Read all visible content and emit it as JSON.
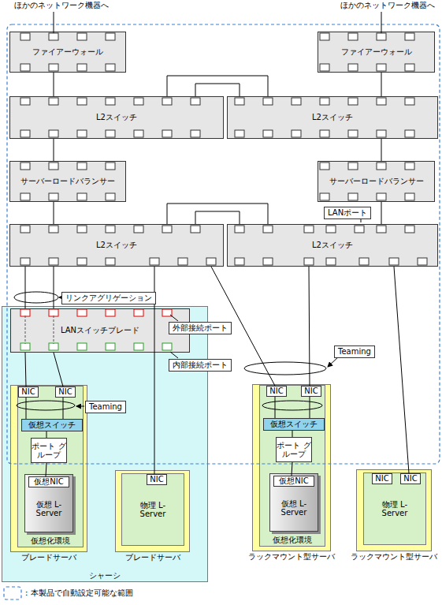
{
  "diagram": {
    "nodes": [
      {
        "text": [
          "ファイアーウォール"
        ]
      },
      {
        "text": [
          "ファイアーウォール"
        ]
      },
      {
        "text": [
          "L2スイッチ"
        ]
      },
      {
        "text": [
          "L2スイッチ"
        ]
      },
      {
        "text": [
          "サーバーロードバランサー"
        ]
      },
      {
        "text": [
          "サーバーロードバランサー"
        ]
      },
      {
        "text": [
          "L2スイッチ"
        ]
      },
      {
        "text": [
          "L2スイッチ"
        ]
      },
      {
        "text": [
          "シャーシ"
        ]
      },
      {
        "text": [
          "LANスイッチブレード"
        ],
        "in": 8
      },
      {
        "text": [
          "ブレードサーバ"
        ],
        "in": 8
      },
      {
        "text": [
          "仮想化環境"
        ],
        "in": 10
      },
      {
        "text": [
          "NIC"
        ],
        "in": 11
      },
      {
        "text": [
          "NIC"
        ],
        "in": 11
      },
      {
        "text": [
          "仮想スイッチ"
        ],
        "in": 11
      },
      {
        "text": [
          "ポート グループ"
        ],
        "in": 11
      },
      {
        "text": [
          "仮想 L-Server"
        ],
        "in": 11
      },
      {
        "text": [
          "仮想NIC"
        ],
        "in": 16
      },
      {
        "text": [
          "ブレードサーバ"
        ],
        "in": 8
      },
      {
        "text": [
          "物理 L-Server"
        ],
        "in": 18
      },
      {
        "text": [
          "NIC"
        ],
        "in": 19
      },
      {
        "text": [
          "ラックマウント型サーバ"
        ]
      },
      {
        "text": [
          "仮想化環境"
        ],
        "in": 21
      },
      {
        "text": [
          "NIC"
        ],
        "in": 22
      },
      {
        "text": [
          "NIC"
        ],
        "in": 22
      },
      {
        "text": [
          "仮想スイッチ"
        ],
        "in": 22
      },
      {
        "text": [
          "ポート グループ"
        ],
        "in": 22
      },
      {
        "text": [
          "仮想 L-Server"
        ],
        "in": 22
      },
      {
        "text": [
          "仮想NIC"
        ],
        "in": 27
      },
      {
        "text": [
          "ラックマウント型サーバ"
        ]
      },
      {
        "text": [
          "物理 L-Server"
        ],
        "in": 29
      },
      {
        "text": [
          "NIC"
        ],
        "in": 30
      },
      {
        "text": [
          "NIC"
        ],
        "in": 30
      }
    ],
    "edges": [
      {
        "from": 0,
        "to": 2,
        "arrow": "none"
      },
      {
        "from": 1,
        "to": 3,
        "arrow": "none"
      },
      {
        "from": 2,
        "to": 3,
        "arrow": "none"
      },
      {
        "from": 2,
        "to": 3,
        "arrow": "none"
      },
      {
        "from": 2,
        "to": 4,
        "arrow": "none"
      },
      {
        "from": 3,
        "to": 5,
        "arrow": "none"
      },
      {
        "from": 4,
        "to": 6,
        "arrow": "none"
      },
      {
        "from": 5,
        "to": 7,
        "arrow": "none"
      },
      {
        "from": 6,
        "to": 7,
        "arrow": "none"
      },
      {
        "from": 6,
        "to": 7,
        "arrow": "none"
      },
      {
        "from": 6,
        "to": 9,
        "arrow": "none"
      },
      {
        "from": 6,
        "to": 9,
        "arrow": "none"
      },
      {
        "from": 6,
        "to": 20,
        "arrow": "none"
      },
      {
        "from": 6,
        "to": 23,
        "arrow": "none"
      },
      {
        "from": 7,
        "to": 24,
        "arrow": "none"
      },
      {
        "from": 7,
        "to": 32,
        "arrow": "none"
      },
      {
        "from": 9,
        "to": 12,
        "arrow": "none"
      },
      {
        "from": 9,
        "to": 13,
        "arrow": "none"
      },
      {
        "from": 12,
        "to": 14,
        "arrow": "none"
      },
      {
        "from": 13,
        "to": 14,
        "arrow": "none"
      },
      {
        "from": 14,
        "to": 15,
        "arrow": "none"
      },
      {
        "from": 15,
        "to": 17,
        "arrow": "none"
      },
      {
        "from": 23,
        "to": 25,
        "arrow": "none"
      },
      {
        "from": 24,
        "to": 25,
        "arrow": "none"
      },
      {
        "from": 25,
        "to": 26,
        "arrow": "none"
      },
      {
        "from": 26,
        "to": 28,
        "arrow": "none"
      }
    ],
    "labels": [
      "ほかのネットワーク機器へ",
      "ほかのネットワーク機器へ",
      "LANポート",
      "リンクアグリゲーション",
      "外部接続ポート",
      "内部接続ポート",
      "Teaming",
      "Teaming"
    ],
    "legend": [
      {
        "text": ": 本製品で自動設定可能な範囲"
      }
    ]
  }
}
